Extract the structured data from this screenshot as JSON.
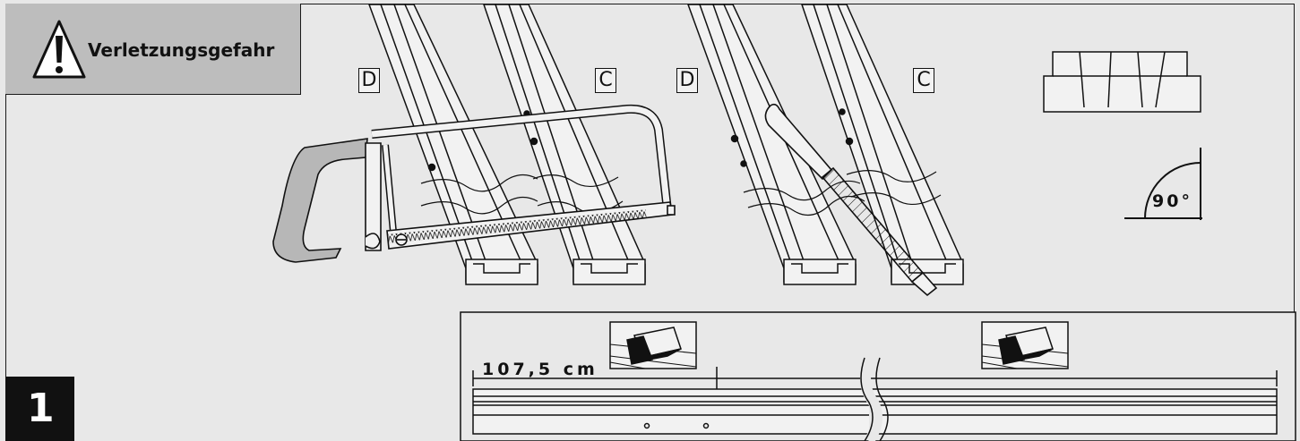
{
  "warning": {
    "label": "Verletzungsgefahr",
    "icon": "warning-triangle-icon"
  },
  "part_labels": {
    "left_d": "D",
    "left_c": "C",
    "right_d": "D",
    "right_c": "C"
  },
  "angle": {
    "label": "90°"
  },
  "measurement": {
    "length": "107,5 cm"
  },
  "step": {
    "number": "1"
  },
  "tools": [
    "hacksaw-icon",
    "file-icon",
    "miter-box-icon",
    "rail-cut-icon"
  ],
  "colors": {
    "background": "#e8e8e8",
    "warning_box": "#bdbdbd",
    "step_box": "#111111",
    "line": "#1a1a1a"
  }
}
